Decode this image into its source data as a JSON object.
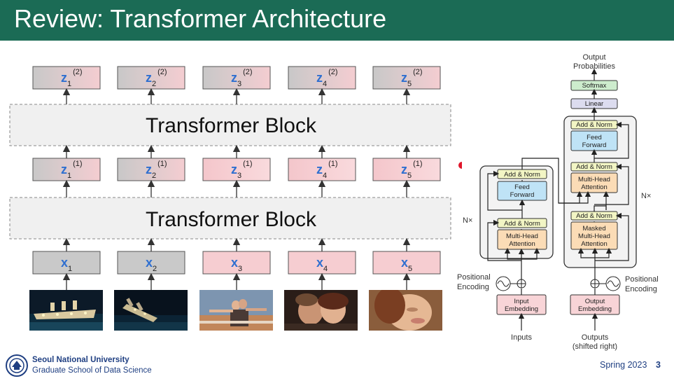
{
  "title": "Review: Transformer Architecture",
  "colors": {
    "title_bar": "#1b6b55",
    "token_gray": "#c6c6c6",
    "token_pink": "#f6cdd1",
    "token_letter": "#2f6fd0",
    "footer_text": "#1f3f82",
    "red_dot": "#e0162b"
  },
  "left": {
    "block_label": "Transformer Block",
    "outputs_2": [
      {
        "letter": "z",
        "sub": "1",
        "sup": "(2)",
        "style": "gray"
      },
      {
        "letter": "z",
        "sub": "2",
        "sup": "(2)",
        "style": "gray"
      },
      {
        "letter": "z",
        "sub": "3",
        "sup": "(2)",
        "style": "gray"
      },
      {
        "letter": "z",
        "sub": "4",
        "sup": "(2)",
        "style": "gray"
      },
      {
        "letter": "z",
        "sub": "5",
        "sup": "(2)",
        "style": "gray"
      }
    ],
    "outputs_1": [
      {
        "letter": "z",
        "sub": "1",
        "sup": "(1)",
        "style": "gray"
      },
      {
        "letter": "z",
        "sub": "2",
        "sup": "(1)",
        "style": "gray"
      },
      {
        "letter": "z",
        "sub": "3",
        "sup": "(1)",
        "style": "pink"
      },
      {
        "letter": "z",
        "sub": "4",
        "sup": "(1)",
        "style": "pink"
      },
      {
        "letter": "z",
        "sub": "5",
        "sup": "(1)",
        "style": "pink"
      }
    ],
    "inputs": [
      {
        "letter": "x",
        "sub": "1",
        "sup": "",
        "style": "gray"
      },
      {
        "letter": "x",
        "sub": "2",
        "sup": "",
        "style": "gray"
      },
      {
        "letter": "x",
        "sub": "3",
        "sup": "",
        "style": "pink"
      },
      {
        "letter": "x",
        "sub": "4",
        "sup": "",
        "style": "pink"
      },
      {
        "letter": "x",
        "sub": "5",
        "sup": "",
        "style": "pink"
      }
    ],
    "images": [
      "ship-at-night-photo",
      "sinking-ship-photo",
      "couple-at-bow-photo",
      "couple-embrace-photo",
      "woman-face-photo"
    ]
  },
  "right": {
    "output_probabilities": [
      "Output",
      "Probabilities"
    ],
    "softmax": "Softmax",
    "linear": "Linear",
    "add_norm": "Add & Norm",
    "feed_forward": [
      "Feed",
      "Forward"
    ],
    "multi_head": [
      "Multi-Head",
      "Attention"
    ],
    "masked_multi_head": [
      "Masked",
      "Multi-Head",
      "Attention"
    ],
    "nx": "N×",
    "positional_encoding": [
      "Positional",
      "Encoding"
    ],
    "input_embedding": [
      "Input",
      "Embedding"
    ],
    "output_embedding": [
      "Output",
      "Embedding"
    ],
    "inputs": "Inputs",
    "outputs": [
      "Outputs",
      "(shifted right)"
    ]
  },
  "footer": {
    "university": "Seoul National University",
    "school": "Graduate School of Data Science",
    "term": "Spring 2023",
    "page": "3",
    "logo": "snu-emblem-logo"
  }
}
